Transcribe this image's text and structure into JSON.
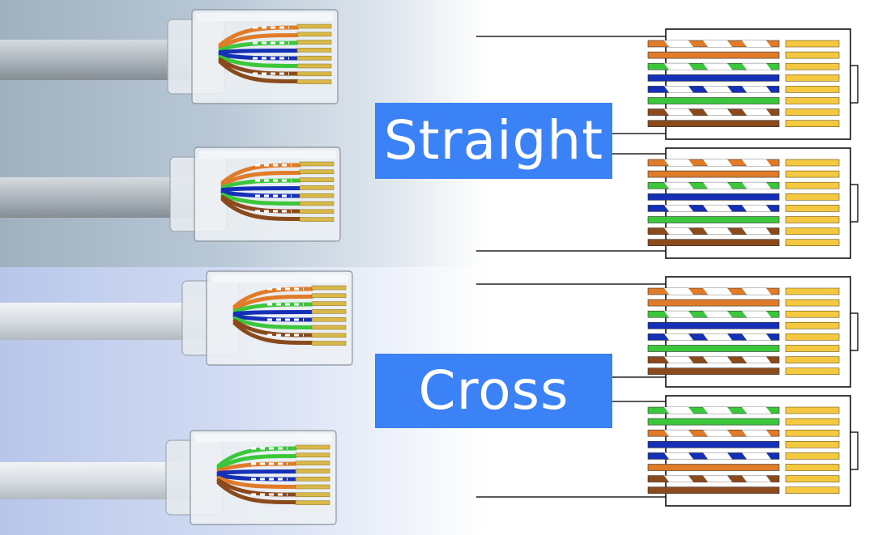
{
  "labels": {
    "straight": "Straight",
    "cross": "Cross"
  },
  "colors": {
    "label_bg": "#3b82f6",
    "label_text": "#ffffff",
    "orange": "#e07b2a",
    "green": "#3cc63c",
    "blue": "#1530b5",
    "brown": "#8a4a1c",
    "white": "#ffffff",
    "gold": "#f5c842",
    "outline": "#111111"
  },
  "connectors": {
    "straight": {
      "top": [
        "white-orange",
        "orange",
        "white-green",
        "blue",
        "white-blue",
        "green",
        "white-brown",
        "brown"
      ],
      "bottom": [
        "white-orange",
        "orange",
        "white-green",
        "blue",
        "white-blue",
        "green",
        "white-brown",
        "brown"
      ]
    },
    "cross": {
      "top": [
        "white-orange",
        "orange",
        "white-green",
        "blue",
        "white-blue",
        "green",
        "white-brown",
        "brown"
      ],
      "bottom": [
        "white-green",
        "green",
        "white-orange",
        "blue",
        "white-blue",
        "orange",
        "white-brown",
        "brown"
      ]
    }
  }
}
